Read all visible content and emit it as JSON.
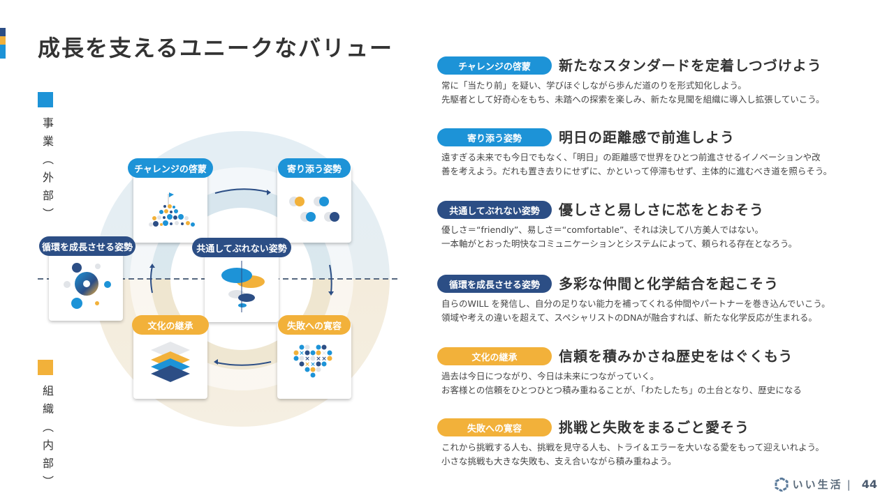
{
  "page": {
    "title": "成長を支えるユニークなバリュー",
    "page_number": "44",
    "brand": "いい生活",
    "brand_separator": "|"
  },
  "colors": {
    "blue": "#1d93d7",
    "navy": "#2c4e85",
    "gold": "#f2b13a",
    "text": "#333333"
  },
  "side_labels": {
    "top": {
      "text": "事業︵外部︶",
      "color": "#1d93d7"
    },
    "bottom": {
      "text": "組織︵内部︶",
      "color": "#f2b13a"
    }
  },
  "diagram": {
    "cards": [
      {
        "label": "チャレンジの啓蒙",
        "color": "blue",
        "icon": "mountain-flag-dots-icon"
      },
      {
        "label": "寄り添う姿勢",
        "color": "blue",
        "icon": "paired-dots-icon"
      },
      {
        "label": "循環を成長させる姿勢",
        "color": "navy",
        "icon": "cycle-gradient-ring-icon"
      },
      {
        "label": "共通してぶれない姿勢",
        "color": "navy",
        "icon": "stacked-ellipses-axis-icon"
      },
      {
        "label": "文化の継承",
        "color": "gold",
        "icon": "stacked-layers-icon"
      },
      {
        "label": "失敗への寛容",
        "color": "gold",
        "icon": "heart-dots-crosses-icon"
      }
    ]
  },
  "values": [
    {
      "tag": "チャレンジの啓蒙",
      "color": "blue",
      "headline": "新たなスタンダードを定着しつづけよう",
      "lines": [
        "常に「当たり前」を疑い、学びほぐしながら歩んだ道のりを形式知化しよう。",
        "先駆者として好奇心をもち、未踏への探索を楽しみ、新たな見聞を組織に導入し拡張していこう。"
      ]
    },
    {
      "tag": "寄り添う姿勢",
      "color": "blue",
      "headline": "明日の距離感で前進しよう",
      "lines": [
        "遠すぎる未来でも今日でもなく、「明日」の距離感で世界をひとつ前進させるイノベーションや改",
        "善を考えよう。だれも置き去りにせずに、かといって停滞もせず、主体的に進むべき道を照らそう。"
      ]
    },
    {
      "tag": "共通してぶれない姿勢",
      "color": "navy",
      "headline": "優しさと易しさに芯をとおそう",
      "lines": [
        "優しさ＝“friendly”、易しさ＝“comfortable”、それは決して八方美人ではない。",
        "一本軸がとおった明快なコミュニケーションとシステムによって、頼られる存在となろう。"
      ]
    },
    {
      "tag": "循環を成長させる姿勢",
      "color": "navy",
      "headline": "多彩な仲間と化学結合を起こそう",
      "lines": [
        "自らのWILL を発信し、自分の足りない能力を補ってくれる仲間やパートナーを巻き込んでいこう。",
        "領域や考えの違いを超えて、スペシャリストのDNAが融合すれば、新たな化学反応が生まれる。"
      ]
    },
    {
      "tag": "文化の継承",
      "color": "gold",
      "headline": "信頼を積みかさね歴史をはぐくもう",
      "lines": [
        "過去は今日につながり、今日は未来につながっていく。",
        "お客様との信頼をひとつひとつ積み重ねることが、「わたしたち」の土台となり、歴史になる"
      ]
    },
    {
      "tag": "失敗への寛容",
      "color": "gold",
      "headline": "挑戦と失敗をまるごと愛そう",
      "lines": [
        "これから挑戦する人も、挑戦を見守る人も、トライ＆エラーを大いなる愛をもって迎えいれよう。",
        "小さな挑戦も大きな失敗も、支え合いながら積み重ねよう。"
      ]
    }
  ]
}
